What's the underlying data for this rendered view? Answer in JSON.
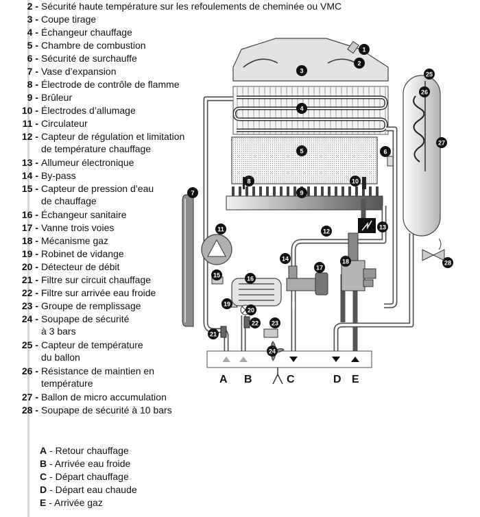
{
  "legend": [
    {
      "num": "2 -",
      "text": "Sécurité haute température sur les refoulements de cheminée ou VMC"
    },
    {
      "num": "3 -",
      "text": "Coupe tirage"
    },
    {
      "num": "4 -",
      "text": "Échangeur chauffage"
    },
    {
      "num": "5 -",
      "text": "Chambre de combustion"
    },
    {
      "num": "6 -",
      "text": "Sécurité de surchauffe"
    },
    {
      "num": "7 -",
      "text": "Vase d’expansion"
    },
    {
      "num": "8 -",
      "text": "Électrode de contrôle de flamme"
    },
    {
      "num": "9 -",
      "text": "Brûleur"
    },
    {
      "num": "10 -",
      "text": "Électrodes d’allumage"
    },
    {
      "num": "11 -",
      "text": "Circulateur"
    },
    {
      "num": "12 -",
      "text": "Capteur de régulation et limitation",
      "cont": "de température chauffage"
    },
    {
      "num": "13 -",
      "text": "Allumeur électronique"
    },
    {
      "num": "14 -",
      "text": "By-pass"
    },
    {
      "num": "15 -",
      "text": "Capteur de pression d’eau",
      "cont": "de chauffage"
    },
    {
      "num": "16 -",
      "text": "Échangeur sanitaire"
    },
    {
      "num": "17 -",
      "text": "Vanne trois voies"
    },
    {
      "num": "18 -",
      "text": "Mécanisme gaz"
    },
    {
      "num": "19 -",
      "text": "Robinet de vidange"
    },
    {
      "num": "20 -",
      "text": "Détecteur de débit"
    },
    {
      "num": "21 -",
      "text": "Filtre sur circuit chauffage"
    },
    {
      "num": "22 -",
      "text": "Filtre sur arrivée eau froide"
    },
    {
      "num": "23 -",
      "text": "Groupe de remplissage"
    },
    {
      "num": "24 -",
      "text": "Soupape de sécurité",
      "cont": "à 3 bars"
    },
    {
      "num": "25 -",
      "text": "Capteur de température",
      "cont": "du ballon"
    },
    {
      "num": "26 -",
      "text": "Résistance de maintien en",
      "cont": "température"
    },
    {
      "num": "27 -",
      "text": "Ballon de micro accumulation"
    },
    {
      "num": "28 -",
      "text": "Soupape de sécurité à 10 bars"
    }
  ],
  "connections": [
    {
      "letter": "A",
      "text": "Retour chauffage"
    },
    {
      "letter": "B",
      "text": "Arrivée eau froide"
    },
    {
      "letter": "C",
      "text": "Départ chauffage"
    },
    {
      "letter": "D",
      "text": "Départ eau chaude"
    },
    {
      "letter": "E",
      "text": "Arrivée gaz"
    }
  ],
  "diagram": {
    "callouts": [
      "1",
      "2",
      "3",
      "4",
      "5",
      "6",
      "7",
      "8",
      "9",
      "10",
      "11",
      "12",
      "13",
      "14",
      "15",
      "16",
      "17",
      "18",
      "19",
      "20",
      "21",
      "22",
      "23",
      "24",
      "25",
      "26",
      "27",
      "28"
    ],
    "ports": [
      "A",
      "B",
      "C",
      "D",
      "E"
    ]
  }
}
